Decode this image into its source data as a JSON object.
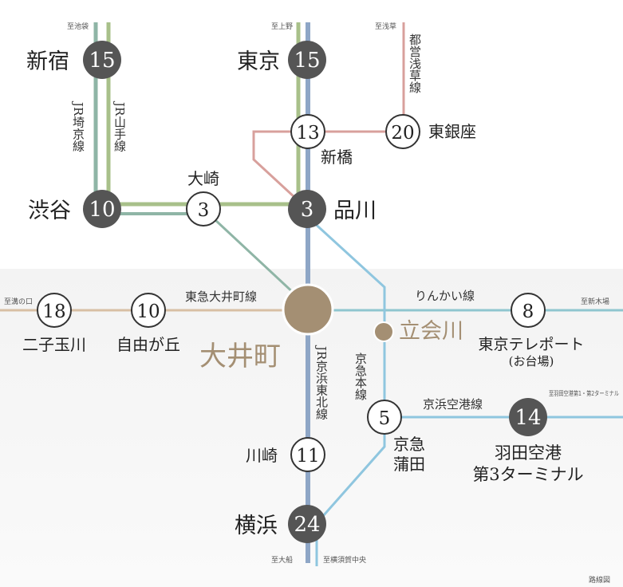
{
  "colors": {
    "jr_yamanote": "#a8c08a",
    "jr_saikyo": "#8fb5a6",
    "jr_keihin_tohoku": "#8ea6c6",
    "asakusa": "#d8a09c",
    "oimachi": "#d8bfa4",
    "rinkai": "#8fc6cf",
    "keikyu": "#8fc6df",
    "hub_fill": "#a48f73",
    "dark_station": "#555555",
    "label_gold": "#a48f73"
  },
  "stations": {
    "shinjuku": {
      "name": "新宿",
      "minutes": "15"
    },
    "tokyo": {
      "name": "東京",
      "minutes": "15"
    },
    "shimbashi": {
      "name": "新橋",
      "minutes": "13"
    },
    "higashiginza": {
      "name": "東銀座",
      "minutes": "20"
    },
    "shibuya": {
      "name": "渋谷",
      "minutes": "10"
    },
    "osaki": {
      "name": "大崎",
      "minutes": "3"
    },
    "shinagawa": {
      "name": "品川",
      "minutes": "3"
    },
    "futakotamagawa": {
      "name": "二子玉川",
      "minutes": "18"
    },
    "jiyugaoka": {
      "name": "自由が丘",
      "minutes": "10"
    },
    "oimachi": {
      "name": "大井町"
    },
    "tachiaigawa": {
      "name": "立会川"
    },
    "tokyo_teleport": {
      "name": "東京テレポート",
      "sub": "(お台場)",
      "minutes": "8"
    },
    "keikyu_kamata": {
      "name1": "京急",
      "name2": "蒲田",
      "minutes": "5"
    },
    "haneda_t3": {
      "name1": "羽田空港",
      "name2": "第3ターミナル",
      "minutes": "14"
    },
    "kawasaki": {
      "name": "川崎",
      "minutes": "11"
    },
    "yokohama": {
      "name": "横浜",
      "minutes": "24"
    }
  },
  "lines": {
    "jr_saikyo": "JR埼京線",
    "jr_yamanote": "JR山手線",
    "asakusa": "都営浅草線",
    "oimachi": "東急大井町線",
    "rinkai": "りんかい線",
    "keikyu_main": "京急本線",
    "keihin_tohoku": "JR京浜東北線",
    "keikyu_airport": "京浜空港線"
  },
  "destinations": {
    "ikebukuro": "至池袋",
    "ueno": "至上野",
    "asakusa": "至浅草",
    "mizonokuchi": "至溝の口",
    "shinkiba": "至新木場",
    "haneda_t12": "至羽田空港第1・第2ターミナル",
    "ofuna": "至大船",
    "yokosuka": "至横須賀中央"
  },
  "note": "路線図"
}
